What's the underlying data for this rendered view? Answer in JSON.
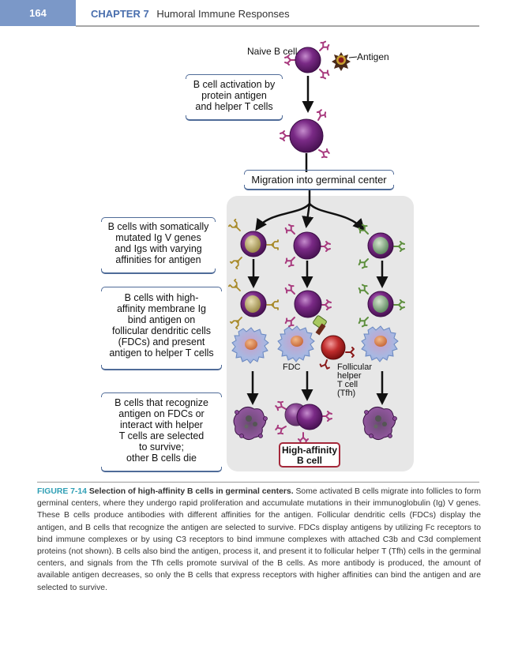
{
  "header": {
    "page_number": "164",
    "chapter_label": "CHAPTER 7",
    "chapter_title": "Humoral Immune Responses"
  },
  "figure": {
    "top_labels": {
      "naive_b_cell": "Naive B cell",
      "antigen": "Antigen"
    },
    "steps": [
      "B cell activation by protein antigen and helper T cells",
      "Migration into germinal center"
    ],
    "activation_lines": [
      "B cell activation by",
      "protein antigen",
      "and helper T cells"
    ],
    "side_labels": [
      {
        "lines": [
          "B cells with somatically",
          "mutated Ig V genes",
          "and Igs with varying",
          "affinities for antigen"
        ]
      },
      {
        "lines": [
          "B cells with high-",
          "affinity membrane Ig",
          "bind antigen on",
          "follicular dendritic cells",
          "(FDCs) and present",
          "antigen to helper T cells"
        ]
      },
      {
        "lines": [
          "B cells that recognize",
          "antigen on FDCs or",
          "interact with helper",
          "T cells are selected",
          "to survive;",
          "other B cells die"
        ]
      }
    ],
    "cell_labels": {
      "fdc": "FDC",
      "tfh_lines": [
        "Follicular",
        "helper",
        "T cell",
        "(Tfh)"
      ]
    },
    "outcome_label_lines": [
      "High-affinity",
      "B cell"
    ],
    "colors": {
      "b_cell_purple": "#7a2a86",
      "receptor_gold": "#a88a2a",
      "receptor_magenta": "#a83a7e",
      "receptor_green": "#5e8f3e",
      "fdc_blue": "#9ab0dc",
      "tfh_red": "#c02c2c",
      "panel_gray": "#e7e7e7",
      "box_border": "#4f6b98",
      "outcome_border": "#a5283a"
    }
  },
  "caption": {
    "figure_number": "FIGURE 7-14",
    "title": "Selection of high-affinity B cells in germinal centers.",
    "body": "Some activated B cells migrate into follicles to form germinal centers, where they undergo rapid proliferation and accumulate mutations in their immunoglobulin (Ig) V genes. These B cells produce antibodies with different affinities for the antigen. Follicular dendritic cells (FDCs) display the antigen, and B cells that recognize the antigen are selected to survive. FDCs display antigens by utilizing Fc receptors to bind immune complexes or by using C3 receptors to bind immune complexes with attached C3b and C3d complement proteins (not shown). B cells also bind the antigen, process it, and present it to follicular helper T (Tfh) cells in the germinal centers, and signals from the Tfh cells promote survival of the B cells. As more antibody is produced, the amount of available antigen decreases, so only the B cells that express receptors with higher affinities can bind the antigen and are selected to survive."
  }
}
